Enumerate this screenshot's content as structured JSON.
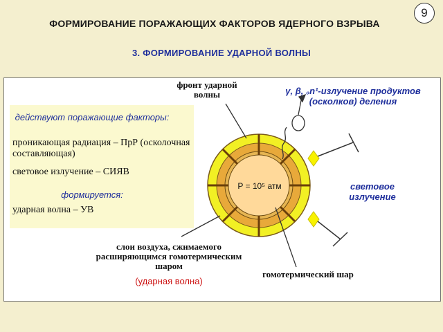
{
  "page_number": "9",
  "title": "ФОРМИРОВАНИЕ ПОРАЖАЮЩИХ ФАКТОРОВ ЯДЕРНОГО ВЗРЫВА",
  "subtitle": "3. ФОРМИРОВАНИЕ УДАРНОЙ ВОЛНЫ",
  "info": {
    "acting_header": "действуют поражающие факторы:",
    "radiation": "проникающая радиация – ПрР (осколочная составляющая)",
    "light": "световое излучение – СИЯВ",
    "forming_header": "формируется:",
    "shock": "ударная волна – УВ"
  },
  "labels": {
    "shock_front": "фронт ударной волны",
    "emission": "γ, β, ₀n¹-излучение продуктов (осколков) деления",
    "light_emission": "световое излучение",
    "pressure": "P = 10⁵ атм",
    "air_layers": "слои воздуха, сжимаемого расширяющимся гомотермическим шаром",
    "air_layers_note": "(ударная волна)",
    "homothermal": "гомотермический шар"
  },
  "colors": {
    "outer_ring": "#f2f024",
    "inner_ring": "#e8a93a",
    "core": "#ffd99a",
    "accent_red": "#cc1111",
    "accent_blue": "#1f2f9c",
    "info_bg": "#fbf9cf"
  }
}
